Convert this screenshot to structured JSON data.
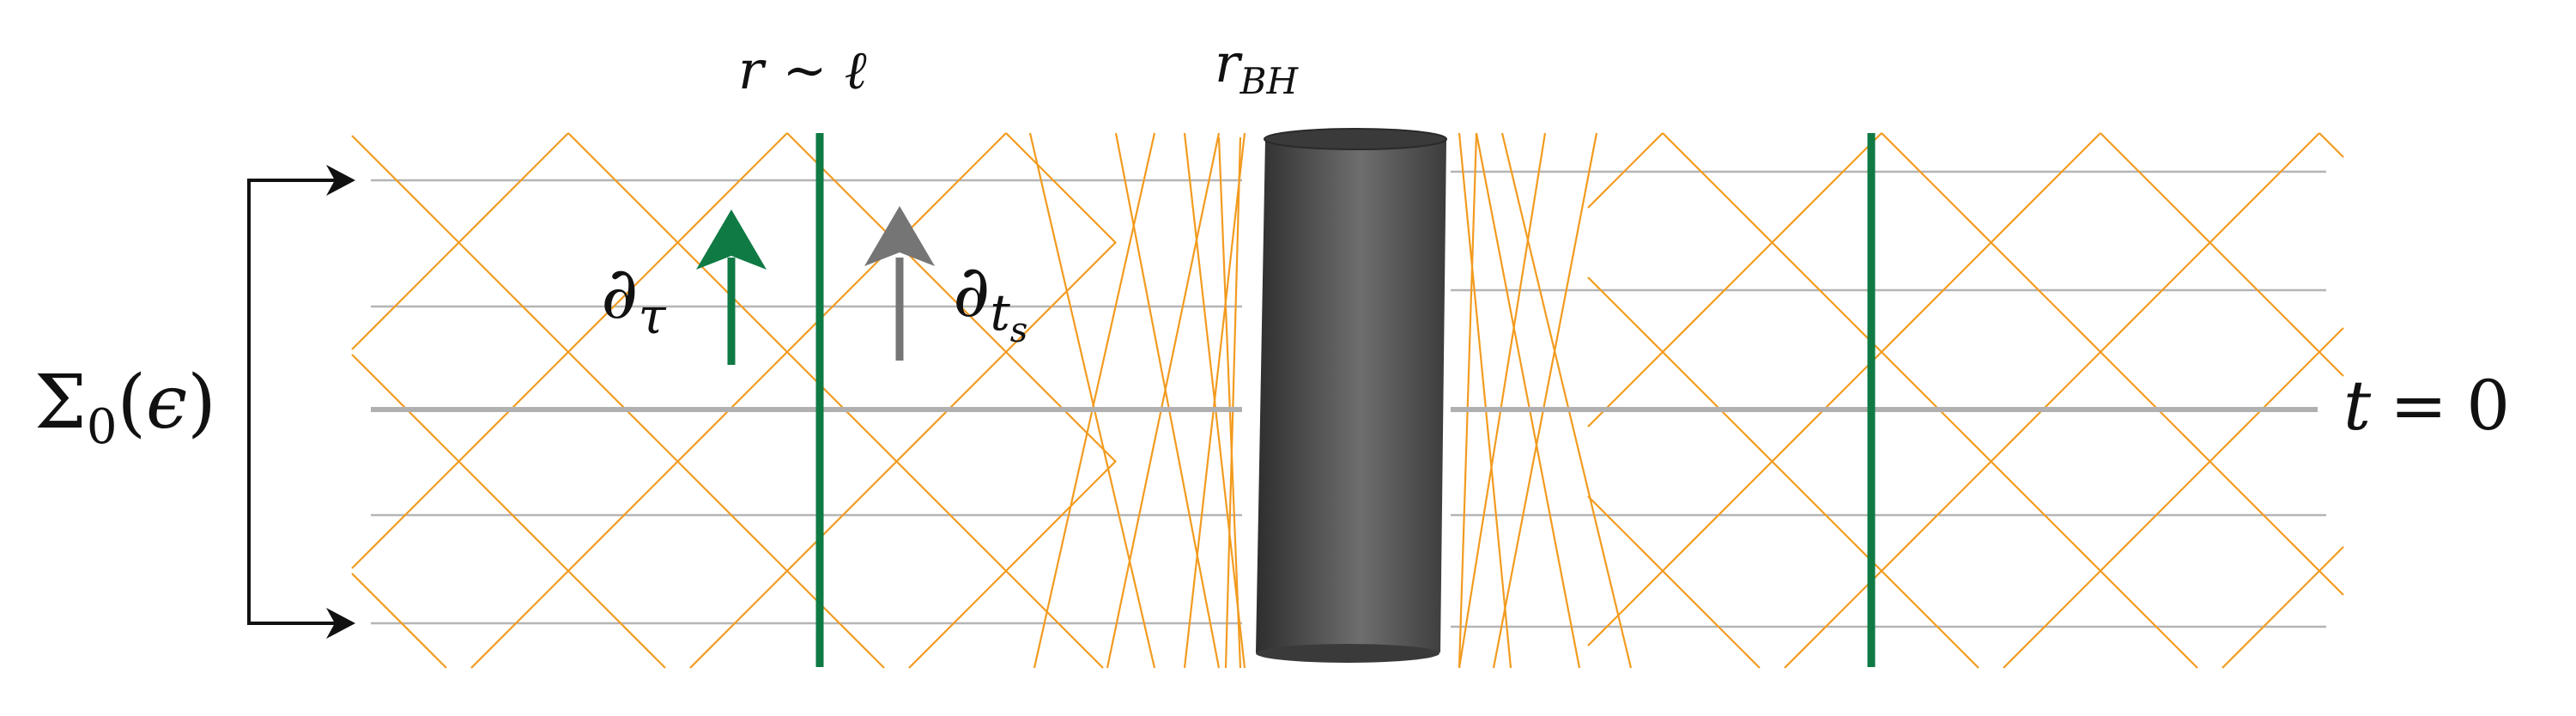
{
  "labels": {
    "r_ell": {
      "r": "r",
      "sim": "∼",
      "ell": "ℓ"
    },
    "r_bh": {
      "r": "r",
      "sub": "BH"
    },
    "d_tau": {
      "d": "∂",
      "sub": "τ"
    },
    "d_ts": {
      "d": "∂",
      "sub": "t",
      "subsub": "s"
    },
    "sigma": {
      "Sigma": "Σ",
      "zero": "0",
      "open": "(",
      "eps": "ϵ",
      "close": ")"
    },
    "t0": {
      "t": "t",
      "eq": "=",
      "zero": "0"
    }
  },
  "colors": {
    "light_ray": "#f29b1f",
    "slice": "#b5b5b5",
    "t0_slice": "#b0b0b0",
    "worldline": "#0f7a44",
    "tau_arrow": "#0f7a44",
    "ts_arrow": "#757575",
    "black_hole": "#4a4a4a",
    "bracket": "#111111"
  },
  "icons": {
    "black_hole": "cylinder",
    "tau_vector": "arrow-up-icon",
    "ts_vector": "arrow-up-icon"
  }
}
